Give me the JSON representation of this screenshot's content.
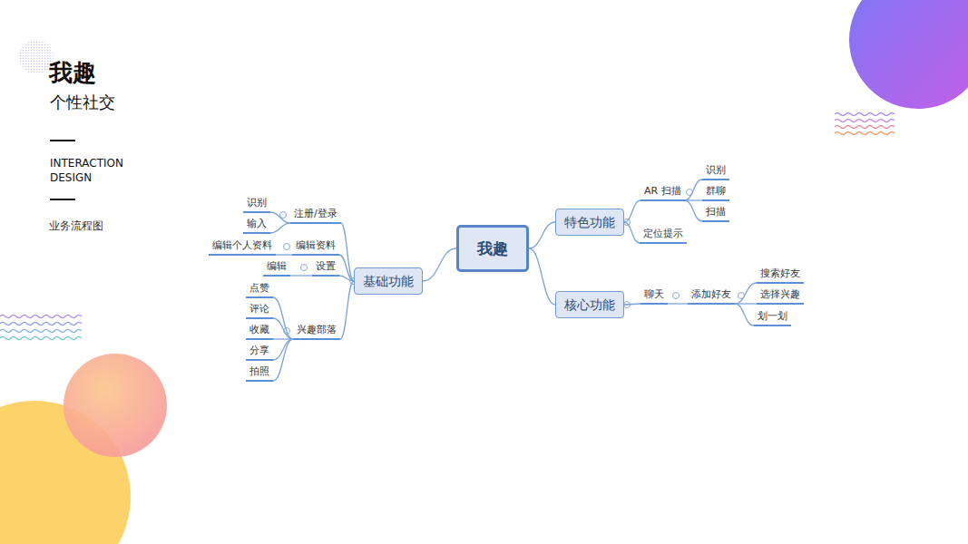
{
  "diagram": {
    "title": "我趣",
    "nodes": [
      {
        "text": [
          "我趣"
        ]
      },
      {
        "text": [
          "特色功能"
        ]
      },
      {
        "text": [
          "AR 扫描"
        ]
      },
      {
        "text": [
          "识别"
        ]
      },
      {
        "text": [
          "群聊"
        ]
      },
      {
        "text": [
          "扫描"
        ]
      },
      {
        "text": [
          "定位提示"
        ]
      },
      {
        "text": [
          "核心功能"
        ]
      },
      {
        "text": [
          "聊天"
        ]
      },
      {
        "text": [
          "添加好友"
        ]
      },
      {
        "text": [
          "搜索好友"
        ]
      },
      {
        "text": [
          "选择兴趣"
        ]
      },
      {
        "text": [
          "划一划"
        ]
      },
      {
        "text": [
          "基础功能"
        ]
      },
      {
        "text": [
          "注册/登录"
        ]
      },
      {
        "text": [
          "识别"
        ]
      },
      {
        "text": [
          "输入"
        ]
      },
      {
        "text": [
          "编辑资料"
        ]
      },
      {
        "text": [
          "编辑个人资料"
        ]
      },
      {
        "text": [
          "设置"
        ]
      },
      {
        "text": [
          "编辑"
        ]
      },
      {
        "text": [
          "兴趣部落"
        ]
      },
      {
        "text": [
          "点赞"
        ]
      },
      {
        "text": [
          "评论"
        ]
      },
      {
        "text": [
          "收藏"
        ]
      },
      {
        "text": [
          "分享"
        ]
      },
      {
        "text": [
          "拍照"
        ]
      }
    ],
    "edges": [
      {
        "from": 0,
        "to": 1,
        "arrow": "none"
      },
      {
        "from": 1,
        "to": 2,
        "arrow": "none"
      },
      {
        "from": 2,
        "to": 3,
        "arrow": "none"
      },
      {
        "from": 2,
        "to": 4,
        "arrow": "none"
      },
      {
        "from": 2,
        "to": 5,
        "arrow": "none"
      },
      {
        "from": 1,
        "to": 6,
        "arrow": "none"
      },
      {
        "from": 0,
        "to": 7,
        "arrow": "none"
      },
      {
        "from": 7,
        "to": 8,
        "arrow": "none"
      },
      {
        "from": 8,
        "to": 9,
        "arrow": "none"
      },
      {
        "from": 9,
        "to": 10,
        "arrow": "none"
      },
      {
        "from": 9,
        "to": 11,
        "arrow": "none"
      },
      {
        "from": 9,
        "to": 12,
        "arrow": "none"
      },
      {
        "from": 0,
        "to": 13,
        "arrow": "none"
      },
      {
        "from": 13,
        "to": 14,
        "arrow": "none"
      },
      {
        "from": 14,
        "to": 15,
        "arrow": "none"
      },
      {
        "from": 14,
        "to": 16,
        "arrow": "none"
      },
      {
        "from": 13,
        "to": 17,
        "arrow": "none"
      },
      {
        "from": 17,
        "to": 18,
        "arrow": "none"
      },
      {
        "from": 13,
        "to": 19,
        "arrow": "none"
      },
      {
        "from": 19,
        "to": 20,
        "arrow": "none"
      },
      {
        "from": 13,
        "to": 21,
        "arrow": "none"
      },
      {
        "from": 21,
        "to": 22,
        "arrow": "none"
      },
      {
        "from": 21,
        "to": 23,
        "arrow": "none"
      },
      {
        "from": 21,
        "to": 24,
        "arrow": "none"
      },
      {
        "from": 21,
        "to": 25,
        "arrow": "none"
      },
      {
        "from": 21,
        "to": 26,
        "arrow": "none"
      }
    ],
    "labels": [
      "个性社交",
      "INTERACTION DESIGN",
      "业务流程图"
    ]
  }
}
